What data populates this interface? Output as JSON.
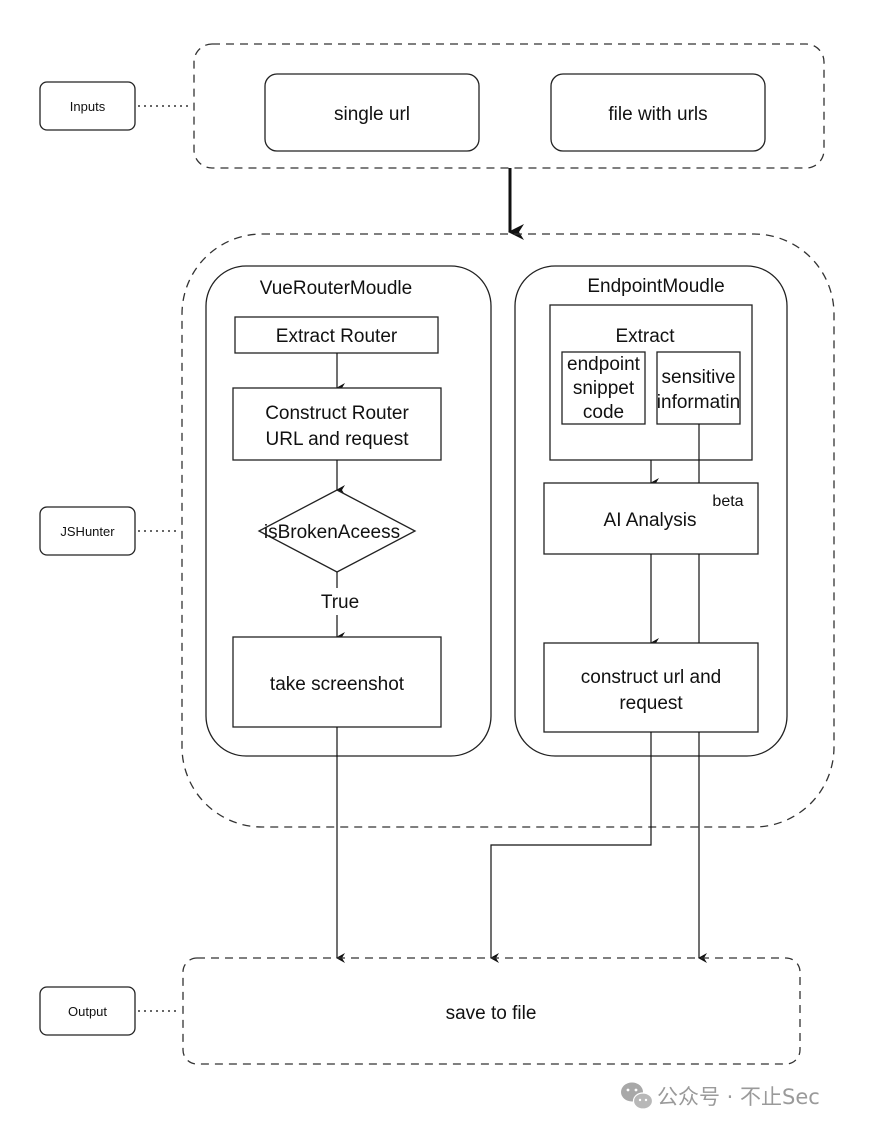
{
  "side_labels": {
    "inputs": "Inputs",
    "jshunter": "JSHunter",
    "output": "Output"
  },
  "inputs": {
    "single_url": "single url",
    "file_with_urls": "file with urls"
  },
  "vue_router_module": {
    "title": "VueRouterMoudle",
    "extract_router": "Extract Router",
    "construct_line1": "Construct Router",
    "construct_line2": "URL and request",
    "decision": "isBrokenAceess",
    "edge_true": "True",
    "take_screenshot": "take screenshot"
  },
  "endpoint_module": {
    "title": "EndpointMoudle",
    "extract": "Extract",
    "endpoint_line1": "endpoint",
    "endpoint_line2": "snippet",
    "endpoint_line3": "code",
    "sensitive_line1": "sensitive",
    "sensitive_line2": "informatin",
    "ai_analysis": "AI Analysis",
    "beta": "beta",
    "construct_line1": "construct url and",
    "construct_line2": "request"
  },
  "output": {
    "save_to_file": "save to file"
  },
  "watermark": "公众号 · 不止Sec"
}
